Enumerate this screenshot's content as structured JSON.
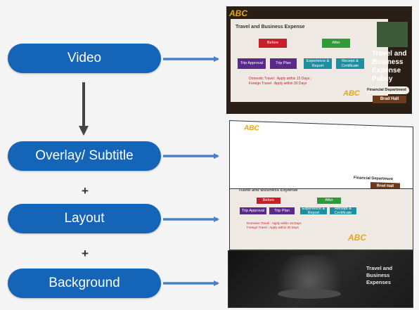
{
  "steps": {
    "video": "Video",
    "overlay": "Overlay/ Subtitle",
    "layout": "Layout",
    "background": "Background"
  },
  "plus": "+",
  "slide": {
    "logo": "ABC",
    "title": "Travel and Business Expense",
    "before": "Before",
    "after": "After",
    "trip_approval": "Trip Approval",
    "trip_plan": "Trip Plan",
    "expense_report": "Experience & Report",
    "receipt": "Receipt & Certificate",
    "note_line1": "Domestic Travel : Apply within 15 Days ;",
    "note_line2": "Foreign Travel : Apply within 30 Days",
    "heading_lines": [
      "Travel and",
      "Business",
      "Expense",
      "Policy"
    ],
    "department": "Financial Department",
    "presenter": "Brad Hall"
  },
  "overlay_slide": {
    "department": "Financial Department",
    "presenter": "Brad Hall"
  },
  "layout_slide": {
    "title": "Travel and Business Expense",
    "before": "Before",
    "after": "After",
    "trip_approval": "Trip Approval",
    "trip_plan": "Trip Plan",
    "expense_report": "Experience & Report",
    "receipt": "Receipt & Certificate",
    "note_line1": "Domestic Travel : Apply within 15 Days",
    "note_line2": "Foreign Travel : Apply within 30 Days"
  },
  "background_slide": {
    "lines": [
      "Travel and",
      "Business",
      "Expenses"
    ]
  },
  "colors": {
    "pill": "#1465b8",
    "arrow": "#4a80c8",
    "red_box": "#c8202a",
    "purple_box": "#5a2a8a",
    "green_box": "#2e9a3a",
    "teal_box": "#1e8fa0",
    "brown_label": "#6b3a1c"
  }
}
